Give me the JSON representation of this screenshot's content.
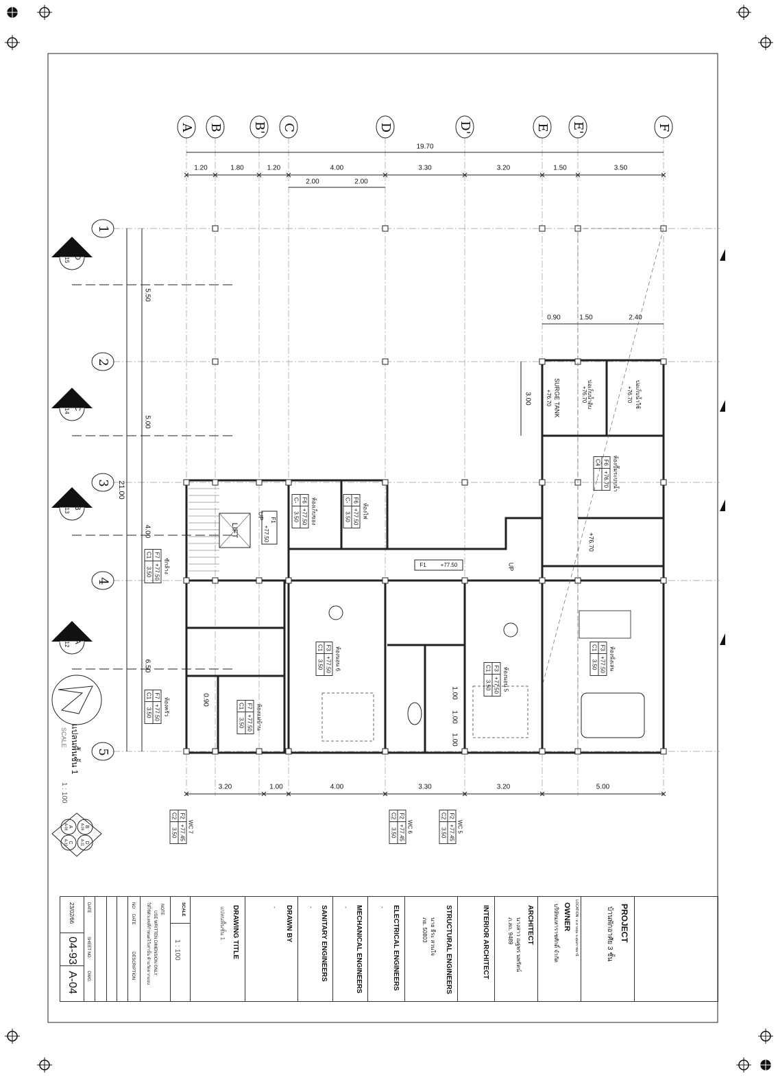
{
  "grid_columns": [
    "A",
    "B",
    "B'",
    "C",
    "D",
    "D'",
    "E",
    "E'",
    "F"
  ],
  "grid_rows": [
    "1",
    "2",
    "3",
    "4",
    "5"
  ],
  "dims_top_total": "19.70",
  "dims_top": [
    "1.20",
    "1.80",
    "1.20",
    "4.00",
    "3.30",
    "3.20",
    "1.50",
    "3.50"
  ],
  "dims_top_sub": [
    "2.00",
    "2.00"
  ],
  "dims_right_block": [
    "0.90",
    "1.50",
    "2.40"
  ],
  "dim_surge": "3.00",
  "dims_left_total": "21.00",
  "dims_left": [
    "5.50",
    "5.00",
    "4.00",
    "6.50"
  ],
  "dims_bottom": [
    "3.20",
    "1.00",
    "4.00",
    "3.30",
    "3.20",
    "5.00"
  ],
  "dims_wc": [
    "1.00",
    "1.00",
    "1.00",
    "0.90"
  ],
  "sections": [
    {
      "letter": "D",
      "sheet": "A-15"
    },
    {
      "letter": "C",
      "sheet": "A-14"
    },
    {
      "letter": "B",
      "sheet": "A-13"
    },
    {
      "letter": "A",
      "sheet": "A-12"
    }
  ],
  "key_plan": [
    "A",
    "A-08",
    "B",
    "A-09",
    "C",
    "A-10",
    "D",
    "A-11"
  ],
  "room_tags": [
    {
      "name": "ห้องนอน 6",
      "f": "F3",
      "lv": "+77.50",
      "c": "C1",
      "h": "3.50"
    },
    {
      "name": "ห้องนอน 5",
      "f": "F3",
      "lv": "+77.50",
      "c": "C1",
      "h": "3.50"
    },
    {
      "name": "ห้องนั่งเล่น",
      "f": "F3",
      "lv": "+77.50",
      "c": "C1",
      "h": "3.50"
    },
    {
      "name": "ห้องแม่บ้าน",
      "f": "F7",
      "lv": "+77.50",
      "c": "C1",
      "h": "3.50"
    },
    {
      "name": "ห้องครัว",
      "f": "F7",
      "lv": "+77.50",
      "c": "C1",
      "h": "3.50"
    },
    {
      "name": "ซักล้าง",
      "f": "F7",
      "lv": "+77.50",
      "c": "C1",
      "h": "3.50"
    },
    {
      "name": "ห้องเก็บของ",
      "f": "F6",
      "lv": "+77.50",
      "c": "C-",
      "h": "3.50"
    },
    {
      "name": "ห้องไฟ",
      "f": "F6",
      "lv": "+77.50",
      "c": "C-",
      "h": "3.50"
    },
    {
      "name": "ห้องปั๊มระบบน้ำ",
      "f": "F6",
      "lv": "+76.70",
      "c": "C4",
      "h": "-"
    },
    {
      "name": "WC 7",
      "f": "F2",
      "lv": "+77.45",
      "c": "C2",
      "h": "3.50"
    },
    {
      "name": "WC 6",
      "f": "F2",
      "lv": "+77.45",
      "c": "C2",
      "h": "3.50"
    },
    {
      "name": "WC 5",
      "f": "F2",
      "lv": "+77.45",
      "c": "C2",
      "h": "3.50"
    }
  ],
  "plain_labels": {
    "lift": "LIFT",
    "up1": "UP",
    "up2": "UP",
    "f1a": "F1",
    "f1a_lv": "+77.50",
    "f1b": "F1",
    "f1b_lv": "+77.50",
    "surge": "SURGE TANK",
    "tank1": "บ่อเก็บน้ำใช้",
    "tank2": "บ่อเก็บน้ำดิบ",
    "lv1": "+76.70",
    "lv2": "+76.70",
    "lv3": "+76.70",
    "lv4": "+76.70"
  },
  "drawing_label": {
    "title": "แปลนพื้นชั้น 1",
    "scale_word": "SCALE",
    "scale": "1 : 100"
  },
  "title_block": {
    "project_h": "PROJECT",
    "project": "บ้านพักอาศัย 3 ชั้น",
    "location": "LOCATION : ต.ตาลสุม จ.อุบลราชธานี",
    "owner_h": "OWNER",
    "owner": "บริษัทมหาราชศักดิ์ จำกัด",
    "architect_h": "ARCHITECT",
    "architect": "นางสาว ณฐพร นพรัตน์",
    "architect_no": "ภ.สถ. 9489",
    "interior_h": "INTERIOR ARCHITECT",
    "structural_h": "STRUCTURAL ENGINEERS",
    "structural": "นาย ธีระ สวนใจ",
    "structural_no": "ภย. 50803",
    "electrical_h": "ELECTRICAL ENGINEERS",
    "electrical": "-",
    "mechanical_h": "MECHANICAL ENGINEERS",
    "mechanical": "-",
    "sanitary_h": "SANITARY ENGINEERS",
    "sanitary": "-",
    "drawn_h": "DRAWN BY",
    "drawn": "-",
    "title_h": "DRAWING TITLE",
    "title": "แปลนพื้นชั้น 1",
    "scale_h": "SCALE",
    "scale": "1 : 100",
    "note_h": "NOTE",
    "note1": "USE WRITTEN DIMENSION ONLY",
    "note2": "ให้ใช้ตัวเลขที่กำหนดไว้เท่านั้น ห้ามวัดจากแบบ",
    "rev_no": "NO",
    "rev_date": "DATE",
    "rev_desc": "DESCRIPTION",
    "date_h": "DATE",
    "date": "23/02/66",
    "sheet_h": "SHEET NO.",
    "sheet": "04-93",
    "dwg_h": "DWG.",
    "dwg": "A-04"
  }
}
